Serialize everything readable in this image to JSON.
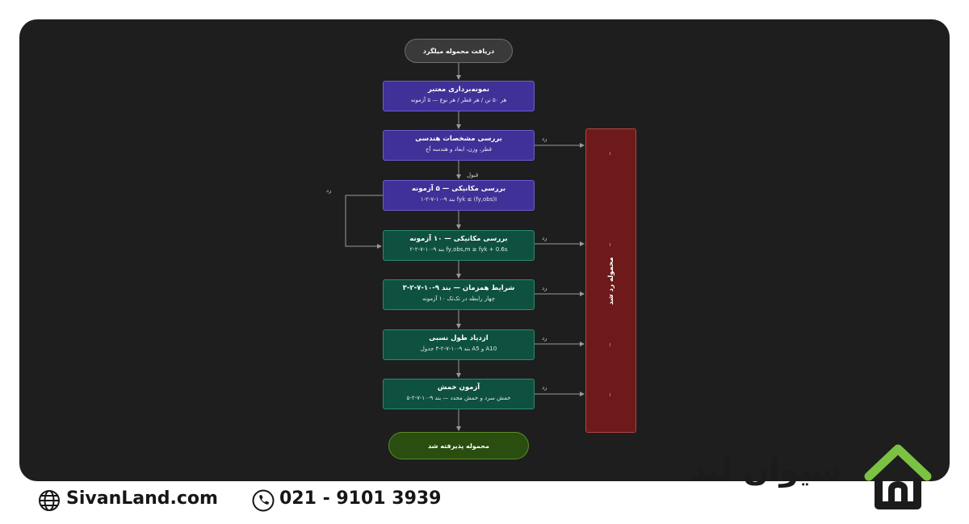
{
  "flow": {
    "start": "دریافت محموله میلگرد",
    "steps": [
      {
        "title": "نمونه‌برداری معتبر",
        "sub": "هر ۵۰ تن / هر قطر / هر نوع — ۵ آزمونه"
      },
      {
        "title": "بررسی مشخصات هندسی",
        "sub": "قطر، وزن، ابعاد و هندسه آج"
      },
      {
        "title": "بررسی مکانیکی — ۵ آزمونه",
        "sub": "fyk ≤ (fy,obs)I بند ۹-۱۰-۷-۲-۱"
      },
      {
        "title": "بررسی مکانیکی — ۱۰ آزمونه",
        "sub": "fy,obs,m ≥ fyk + 0.6s بند ۹-۱۰-۷-۲-۲"
      },
      {
        "title": "شرایط همزمان — بند ۹-۱۰-۷-۲-۳",
        "sub": "چهار رابطه در تک‌تک ۱۰ آزمونه"
      },
      {
        "title": "ازدیاد طول نسبی",
        "sub": "A10 و A5 بند ۹-۱۰-۷-۲-۴ جدول"
      },
      {
        "title": "آزمون خمش",
        "sub": "خمش سرد و خمش مجدد — بند ۹-۱۰-۷-۲-۵"
      }
    ],
    "end": "محموله پذیرفته شد",
    "reject": "محموله رد شد",
    "edge_labels": {
      "reject": "رد",
      "accept": "قبول"
    }
  },
  "footer": {
    "website": "SivanLand.com",
    "phone": "021 - 9101 3939",
    "logo": "سیوان لند"
  },
  "colors": {
    "canvas": "#1e1e1e",
    "purple_node": "#3f3197",
    "green_node": "#0e5140",
    "reject_node": "#6e1a1a",
    "end_node": "#2a4d10",
    "logo_green": "#7cc242"
  }
}
